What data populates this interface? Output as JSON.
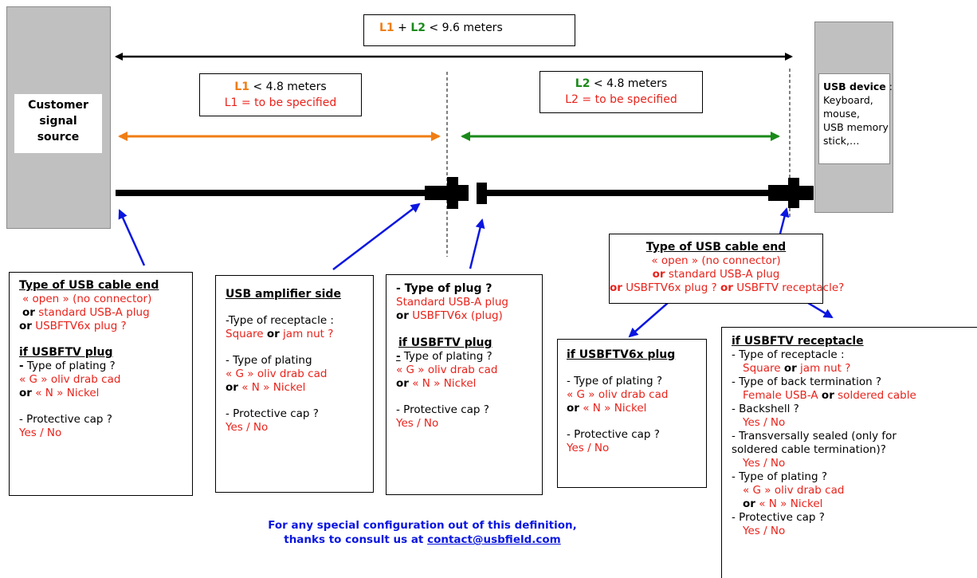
{
  "total_length": {
    "l1": "L1",
    "plus": " + ",
    "l2": "L2",
    "rest": " < 9.6 meters"
  },
  "l1_box": {
    "label": "L1",
    "rest": " < 4.8 meters",
    "spec": "L1 = to be specified"
  },
  "l2_box": {
    "label": "L2",
    "rest": " < 4.8 meters",
    "spec": "L2 = to be specified"
  },
  "source": {
    "line1": "Customer",
    "line2": "signal",
    "line3": "source"
  },
  "device": {
    "title": "USB device",
    "colon": " :",
    "l1": "Keyboard,",
    "l2": "mouse,",
    "l3": "USB memory",
    "l4": "stick,…"
  },
  "cable_end_left": {
    "title": "Type of USB cable end",
    "opt1": "« open » (no connector)",
    "or": "or",
    "opt2": " standard USB-A plug",
    "opt3": " USBFTV6x plug ?",
    "sub_title": "if USBFTV plug",
    "dash": "-",
    "plating_q": " Type of plating ?",
    "g": "« G » oliv drab cad",
    "n": " « N » Nickel",
    "cap_q": "- Protective cap ?",
    "yes_no": "Yes / No"
  },
  "amp_side": {
    "title": "USB amplifier side",
    "rec_q": "-Type of receptacle :",
    "square": "Square ",
    "or": "or",
    "jam": " jam nut ?",
    "plating_q": "- Type of plating",
    "g": "« G » oliv drab cad",
    "n": " « N » Nickel",
    "cap_q": "- Protective cap ?",
    "yes_no": "Yes / No"
  },
  "plug_type": {
    "title": "- Type of plug ?",
    "opt1": "Standard USB-A plug",
    "or": "or",
    "opt2": " USBFTV6x (plug)",
    "sub_title": "if USBFTV plug",
    "dash": "-",
    "plating_q": " Type of plating ?",
    "g": "« G » oliv drab cad",
    "n": " « N » Nickel",
    "cap_q": "- Protective cap ?",
    "yes_no": "Yes / No"
  },
  "cable_end_right": {
    "title": "Type of USB cable end",
    "opt1": "« open » (no connector)",
    "or": "or",
    "opt2": " standard USB-A plug",
    "opt3": " USBFTV6x plug ? ",
    "opt4": " USBFTV receptacle?"
  },
  "ftv6x_plug": {
    "title": "if USBFTV6x plug",
    "plating_q": "- Type of plating ?",
    "g": "« G » oliv drab cad",
    "or": "or",
    "n": " « N » Nickel",
    "cap_q": "- Protective cap ?",
    "yes_no": "Yes / No"
  },
  "ftv_receptacle": {
    "title": "if USBFTV receptacle",
    "rec_q": "- Type of receptacle :",
    "square": "Square ",
    "or": "or",
    "jam": " jam nut ?",
    "back_q": "- Type of back termination ?",
    "female": "Female USB-A ",
    "soldered": " soldered cable",
    "backshell_q": "- Backshell ?",
    "yes_no": "Yes / No",
    "sealed_q1": "- Transversally sealed (only for",
    "sealed_q2": "soldered cable termination)?",
    "plating_q": "- Type of plating ?",
    "g": "« G » oliv drab cad",
    "n": " « N » Nickel",
    "cap_q": "- Protective cap ?"
  },
  "footer": {
    "line1": "For any special configuration out of this definition,",
    "line2": "thanks to consult us at ",
    "email": "contact@usbfield.com"
  },
  "colors": {
    "orange": "#f07d14",
    "green": "#1a8a1a",
    "red": "#e8231b",
    "blue": "#0a16e0",
    "gray": "#c0c0c0"
  }
}
